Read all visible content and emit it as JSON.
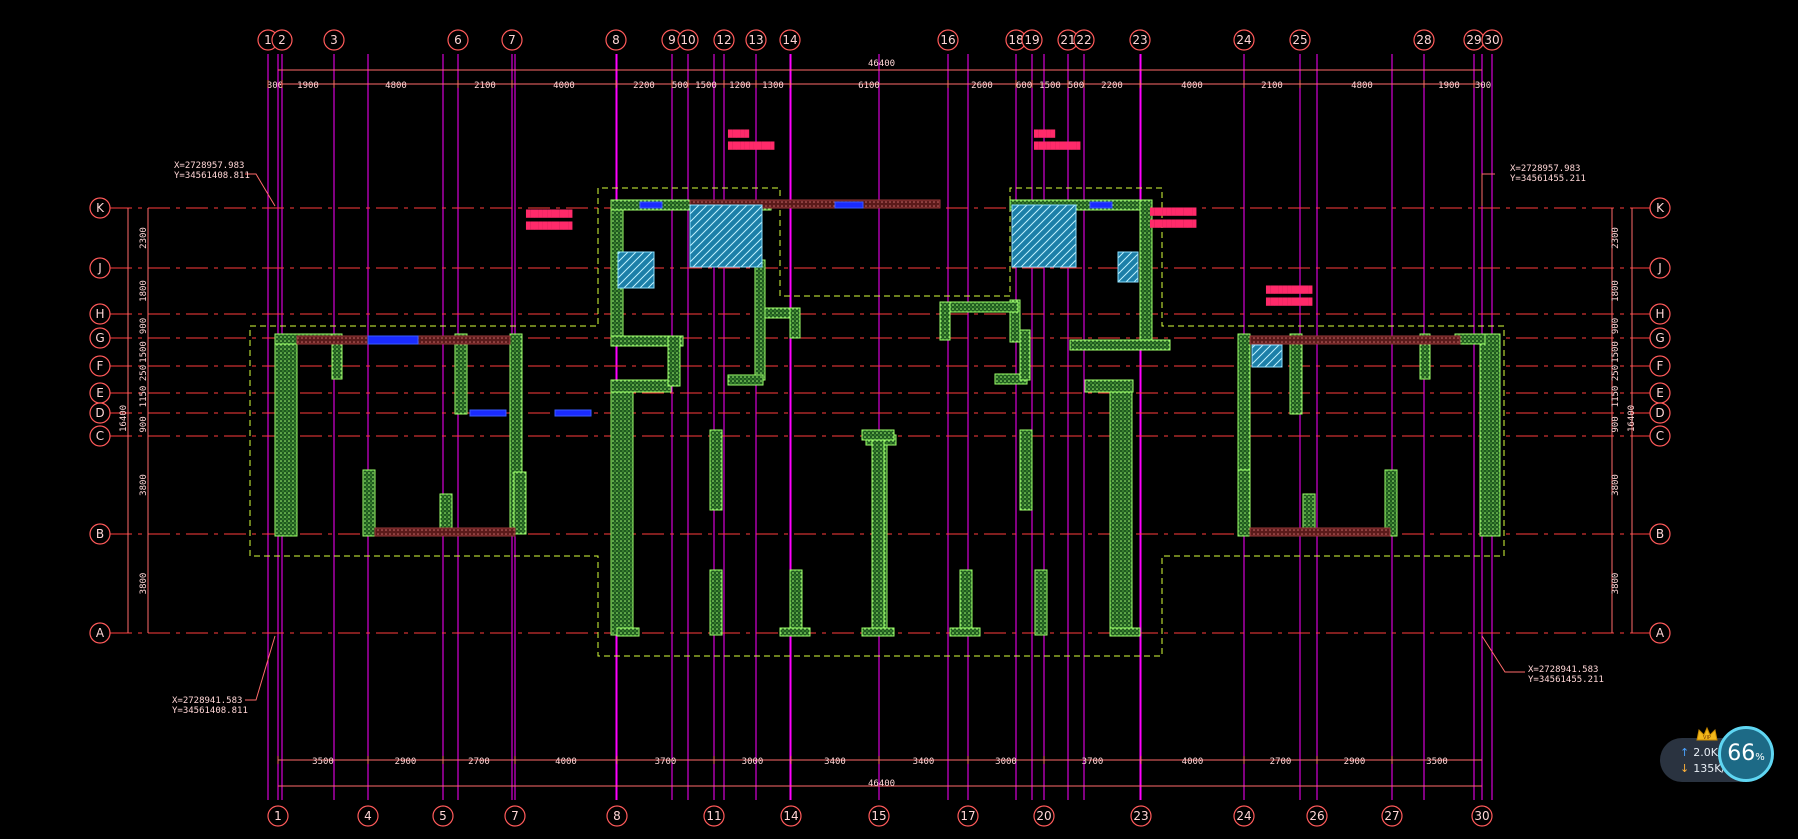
{
  "top_axes": [
    "1",
    "2",
    "3",
    "6",
    "7",
    "8",
    "9",
    "10",
    "12",
    "13",
    "14",
    "16",
    "18",
    "19",
    "21",
    "22",
    "23",
    "24",
    "25",
    "28",
    "29",
    "30"
  ],
  "bottom_axes": [
    "1",
    "4",
    "5",
    "7",
    "8",
    "11",
    "14",
    "15",
    "17",
    "20",
    "23",
    "24",
    "26",
    "27",
    "30"
  ],
  "row_axes": [
    "K",
    "J",
    "H",
    "G",
    "F",
    "E",
    "D",
    "C",
    "B",
    "A"
  ],
  "top_total": "46400",
  "bottom_total": "46400",
  "top_dims": [
    "300",
    "1900",
    "4800",
    "2100",
    "4000",
    "2200",
    "500",
    "1500",
    "1200",
    "1300",
    "6100",
    "2600",
    "600",
    "1500",
    "500",
    "2200",
    "4000",
    "2100",
    "4800",
    "1900",
    "300"
  ],
  "bottom_dims": [
    "3500",
    "2900",
    "2700",
    "4000",
    "3700",
    "3000",
    "3400",
    "3400",
    "3000",
    "3700",
    "4000",
    "2700",
    "2900",
    "3500"
  ],
  "left_dims": [
    "2300",
    "1800",
    "900",
    "1500",
    "250",
    "1150",
    "900",
    "3800",
    "3800"
  ],
  "left_total": "16400",
  "right_dims": [
    "2300",
    "1800",
    "900",
    "1500",
    "250",
    "1150",
    "900",
    "3800",
    "3800"
  ],
  "right_total": "16400",
  "coordinates": {
    "top_left": {
      "x": "X=2728957.983",
      "y": "Y=34561408.811"
    },
    "top_right": {
      "x": "X=2728957.983",
      "y": "Y=34561455.211"
    },
    "bottom_left": {
      "x": "X=2728941.583",
      "y": "Y=34561408.811"
    },
    "bottom_right": {
      "x": "X=2728941.583",
      "y": "Y=34561455.211"
    }
  },
  "network_widget": {
    "upload": "2.0K/s",
    "download": "135K/s",
    "percent": "66",
    "percent_unit": "%",
    "badge": "VIP"
  },
  "colors": {
    "background": "#000000",
    "axis_bubble": "#ff5a5a",
    "vertical_grid": "#ff00ff",
    "wall": "#9cff6a",
    "shaft": "#8adfff",
    "dashed_outline": "#d8ff3a"
  }
}
